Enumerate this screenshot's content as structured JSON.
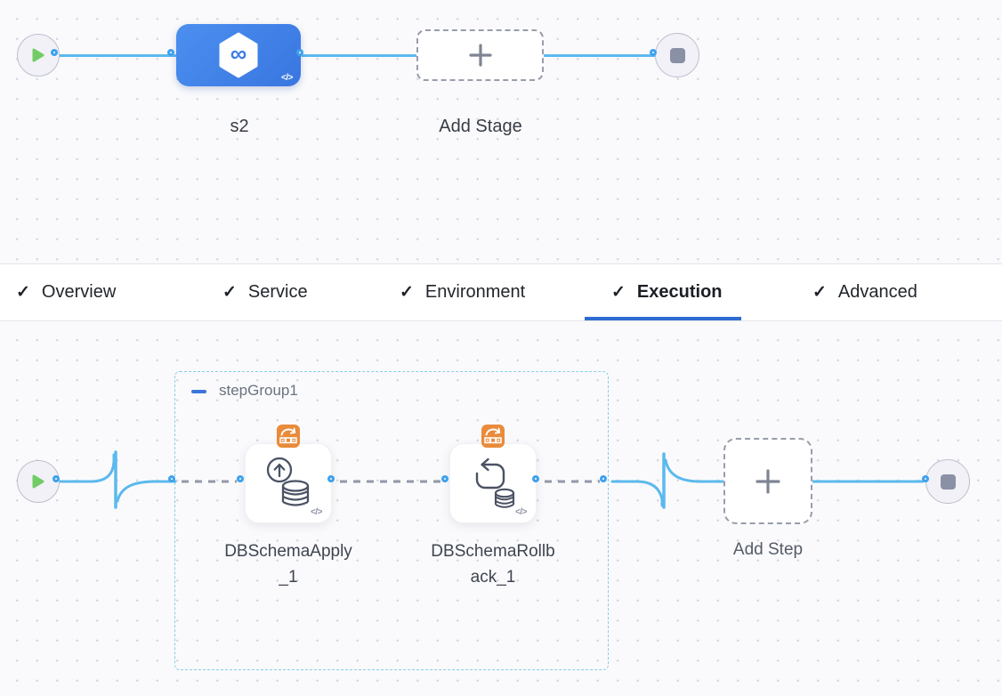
{
  "stage_canvas": {
    "stage": {
      "label": "s2",
      "code_icon": "</>",
      "infinity_glyph": "∞"
    },
    "add_stage": {
      "label": "Add Stage",
      "plus_glyph": "+"
    }
  },
  "tab_bar": {
    "check_glyph": "✓",
    "tabs": [
      {
        "label": "Overview",
        "checked": true,
        "active": false
      },
      {
        "label": "Service",
        "checked": true,
        "active": false
      },
      {
        "label": "Environment",
        "checked": true,
        "active": false
      },
      {
        "label": "Execution",
        "checked": true,
        "active": true
      },
      {
        "label": "Advanced",
        "checked": true,
        "active": false
      }
    ]
  },
  "execution_canvas": {
    "step_group": {
      "label": "stepGroup1",
      "collapse_glyph": "−"
    },
    "steps": [
      {
        "label": "DBSchemaApply_1",
        "code_icon": "</>",
        "icon": "schema-apply-database-icon",
        "badge": "rolling-deploy-badge-icon"
      },
      {
        "label": "DBSchemaRollback_1",
        "code_icon": "</>",
        "icon": "schema-rollback-database-icon",
        "badge": "rolling-deploy-badge-icon"
      }
    ],
    "add_step": {
      "label": "Add Step",
      "plus_glyph": "+"
    }
  },
  "colors": {
    "connector_line_blue": "#5bb9ed",
    "connector_dot_ring": "#3ea2ed",
    "stage_node_blue": "#3f7fe3",
    "active_tab_underline": "#2e6bd2",
    "badge_orange": "#e98b3b",
    "play_green": "#72cc66",
    "step_group_border": "#86cde6",
    "dashed_connector_gray": "#9398a8"
  }
}
